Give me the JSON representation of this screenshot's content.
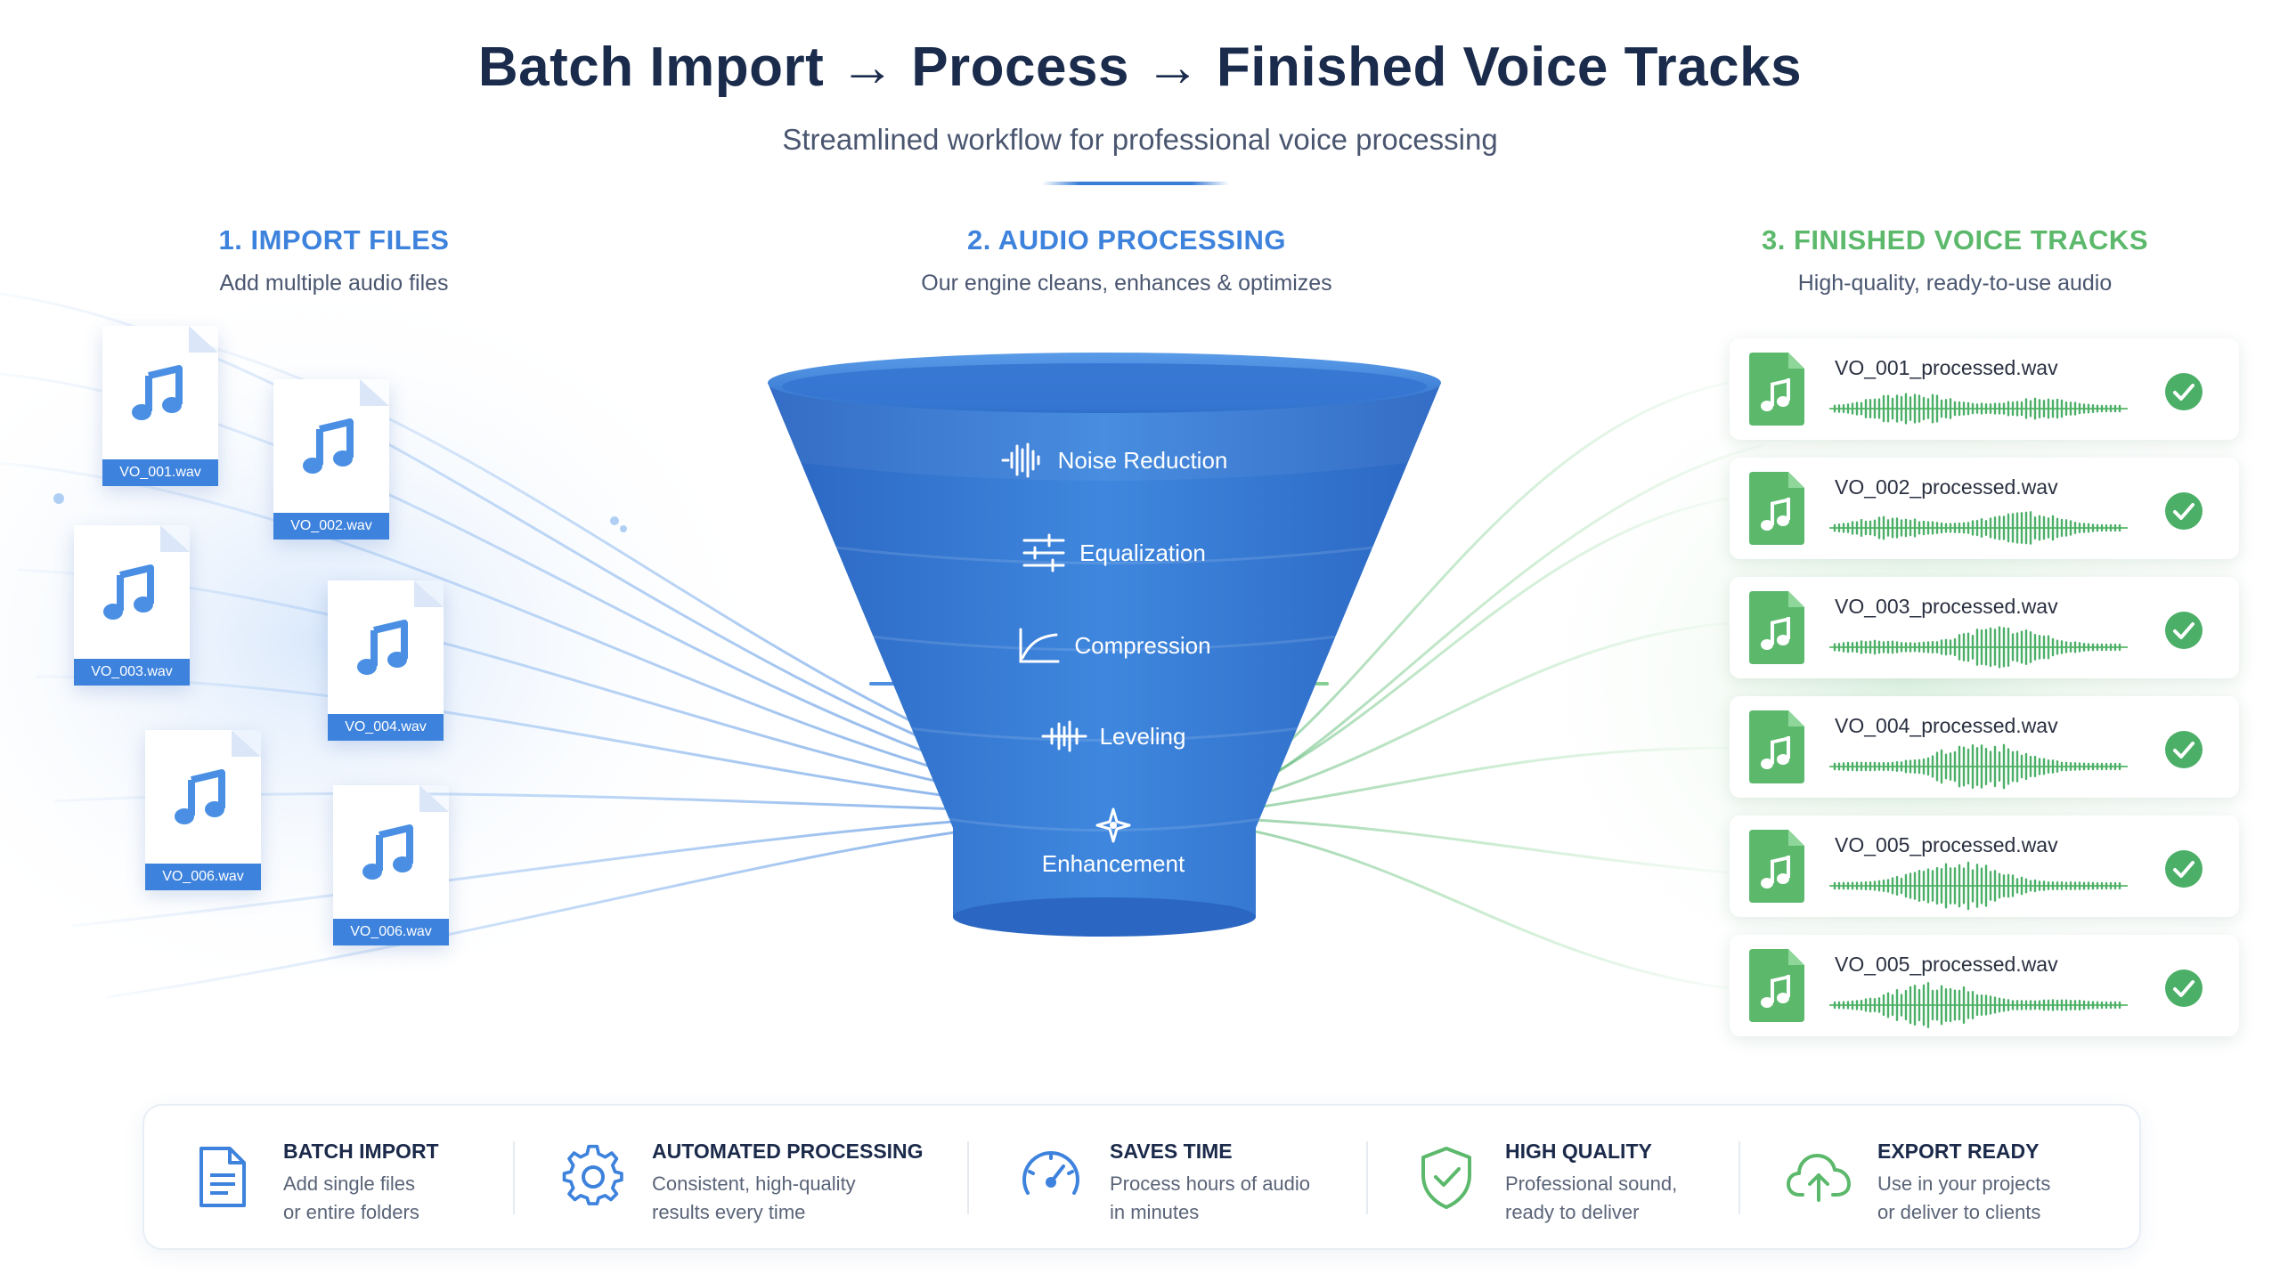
{
  "header": {
    "title": "Batch Import → Process → Finished Voice Tracks",
    "subtitle": "Streamlined workflow for professional voice processing"
  },
  "sections": {
    "import": {
      "title": "1. IMPORT FILES",
      "subtitle": "Add multiple audio files"
    },
    "processing": {
      "title": "2. AUDIO PROCESSING",
      "subtitle": "Our engine cleans, enhances & optimizes"
    },
    "finished": {
      "title": "3. FINISHED VOICE TRACKS",
      "subtitle": "High-quality, ready-to-use audio"
    }
  },
  "input_files": [
    "VO_001.wav",
    "VO_002.wav",
    "VO_003.wav",
    "VO_004.wav",
    "VO_006.wav",
    "VO_006.wav"
  ],
  "processing_steps": [
    {
      "label": "Noise Reduction",
      "icon": "waveform-icon"
    },
    {
      "label": "Equalization",
      "icon": "equalizer-sliders-icon"
    },
    {
      "label": "Compression",
      "icon": "compression-curve-icon"
    },
    {
      "label": "Leveling",
      "icon": "leveling-wave-icon"
    },
    {
      "label": "Enhancement",
      "icon": "sparkle-icon"
    }
  ],
  "output_tracks": [
    "VO_001_processed.wav",
    "VO_002_processed.wav",
    "VO_003_processed.wav",
    "VO_004_processed.wav",
    "VO_005_processed.wav",
    "VO_005_processed.wav"
  ],
  "features": [
    {
      "title": "BATCH IMPORT",
      "line1": "Add single files",
      "line2": "or entire folders",
      "icon": "document-icon"
    },
    {
      "title": "AUTOMATED PROCESSING",
      "line1": "Consistent, high-quality",
      "line2": "results every time",
      "icon": "gear-icon"
    },
    {
      "title": "SAVES TIME",
      "line1": "Process hours of audio",
      "line2": "in minutes",
      "icon": "speedometer-icon"
    },
    {
      "title": "HIGH QUALITY",
      "line1": "Professional sound,",
      "line2": "ready to deliver",
      "icon": "shield-check-icon"
    },
    {
      "title": "EXPORT READY",
      "line1": "Use in your projects",
      "line2": "or deliver to clients",
      "icon": "cloud-upload-icon"
    }
  ],
  "colors": {
    "navy": "#1a2b4c",
    "blue": "#3d82dc",
    "green": "#4caf68",
    "funnel": "#2f73d0"
  }
}
